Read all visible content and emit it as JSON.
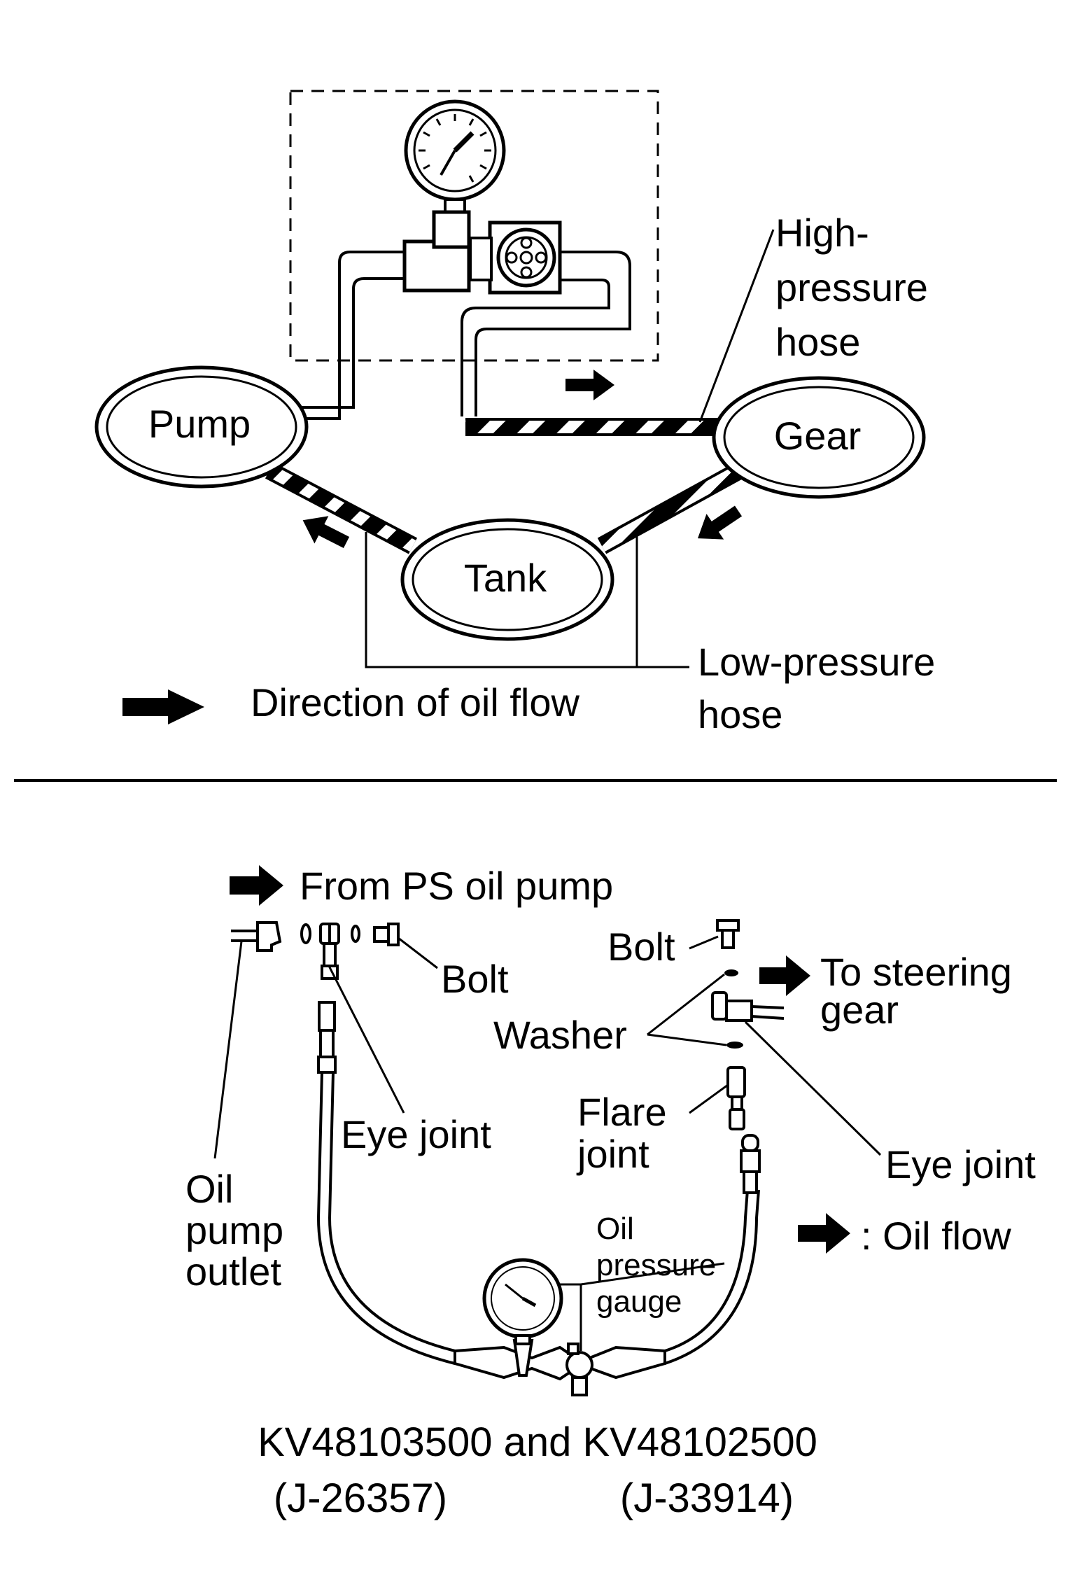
{
  "top": {
    "nodes": {
      "pump": "Pump",
      "gear": "Gear",
      "tank": "Tank"
    },
    "labels": {
      "high_pressure_hose": [
        "High-",
        "pressure",
        "hose"
      ],
      "low_pressure_hose": [
        "Low-pressure",
        "hose"
      ],
      "direction_legend": "Direction of oil flow"
    }
  },
  "bottom": {
    "labels": {
      "from_pump": "From PS oil pump",
      "bolt_left": "Bolt",
      "bolt_right": "Bolt",
      "to_gear": [
        "To steering",
        "gear"
      ],
      "washer": "Washer",
      "eye_joint_left": "Eye joint",
      "eye_joint_right": "Eye joint",
      "flare_joint": [
        "Flare",
        "joint"
      ],
      "oil_pump_outlet": [
        "Oil",
        "pump",
        "outlet"
      ],
      "oil_flow_legend": ": Oil flow",
      "oil_pressure_gauge": [
        "Oil",
        "pressure",
        "gauge"
      ]
    },
    "tools": {
      "line1": "KV48103500 and KV48102500",
      "code1": "(J-26357)",
      "code2": "(J-33914)"
    }
  }
}
